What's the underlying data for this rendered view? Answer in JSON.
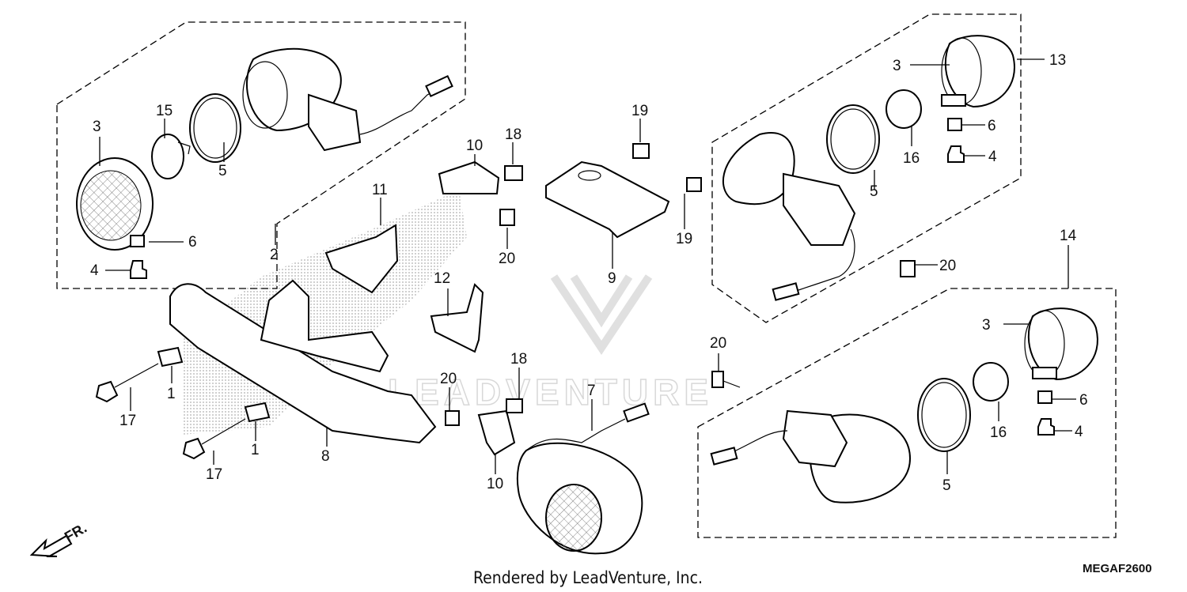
{
  "diagram": {
    "code": "MEGAF2600",
    "footer": "Rendered by LeadVenture, Inc.",
    "watermark": "LEADVENTURE",
    "front_arrow_label": "FR.",
    "callouts": [
      {
        "id": "c1",
        "text": "3"
      },
      {
        "id": "c2",
        "text": "15"
      },
      {
        "id": "c3",
        "text": "5"
      },
      {
        "id": "c4",
        "text": "6"
      },
      {
        "id": "c5",
        "text": "4"
      },
      {
        "id": "c6",
        "text": "2"
      },
      {
        "id": "c7",
        "text": "11"
      },
      {
        "id": "c8",
        "text": "10"
      },
      {
        "id": "c9",
        "text": "18"
      },
      {
        "id": "c10",
        "text": "20"
      },
      {
        "id": "c11",
        "text": "19"
      },
      {
        "id": "c12",
        "text": "19"
      },
      {
        "id": "c13",
        "text": "9"
      },
      {
        "id": "c14",
        "text": "12"
      },
      {
        "id": "c15",
        "text": "1"
      },
      {
        "id": "c16",
        "text": "17"
      },
      {
        "id": "c17",
        "text": "1"
      },
      {
        "id": "c18",
        "text": "17"
      },
      {
        "id": "c19",
        "text": "8"
      },
      {
        "id": "c20",
        "text": "20"
      },
      {
        "id": "c21",
        "text": "18"
      },
      {
        "id": "c22",
        "text": "7"
      },
      {
        "id": "c23",
        "text": "10"
      },
      {
        "id": "c24",
        "text": "3"
      },
      {
        "id": "c25",
        "text": "13"
      },
      {
        "id": "c26",
        "text": "6"
      },
      {
        "id": "c27",
        "text": "16"
      },
      {
        "id": "c28",
        "text": "4"
      },
      {
        "id": "c29",
        "text": "5"
      },
      {
        "id": "c30",
        "text": "20"
      },
      {
        "id": "c31",
        "text": "14"
      },
      {
        "id": "c32",
        "text": "3"
      },
      {
        "id": "c33",
        "text": "20"
      },
      {
        "id": "c34",
        "text": "6"
      },
      {
        "id": "c35",
        "text": "16"
      },
      {
        "id": "c36",
        "text": "4"
      },
      {
        "id": "c37",
        "text": "5"
      }
    ]
  }
}
